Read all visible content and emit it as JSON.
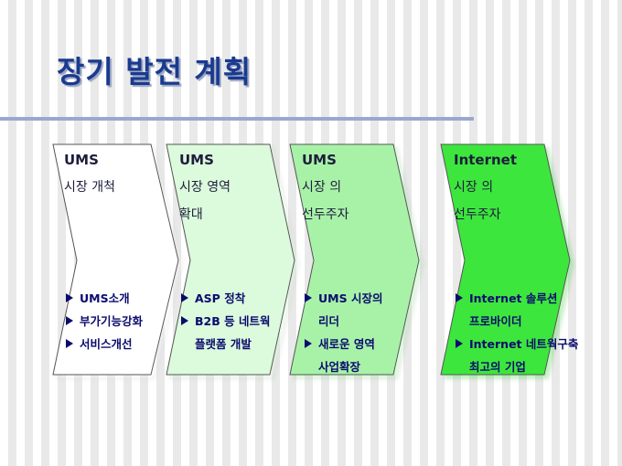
{
  "slide": {
    "title": "장기 발전 계획"
  },
  "columns": [
    {
      "heading": "UMS",
      "sub": [
        "시장 개척"
      ],
      "fill": "#ffffff",
      "bullets": [
        "UMS소개",
        "부가기능강화",
        "서비스개선"
      ]
    },
    {
      "heading": "UMS",
      "sub": [
        "시장 영역",
        "확대"
      ],
      "fill": "#dcfadc",
      "bullets": [
        "ASP 정착",
        "B2B 등 네트웍",
        "플랫폼 개발"
      ]
    },
    {
      "heading": "UMS",
      "sub": [
        "시장 의",
        "선두주자"
      ],
      "fill": "#a8f2a8",
      "bullets": [
        "UMS 시장의",
        "리더",
        "새로운 영역",
        "사업확장"
      ]
    },
    {
      "heading": "Internet",
      "sub": [
        "시장 의",
        "선두주자"
      ],
      "fill": "#3ee63e",
      "bullets": [
        "Internet  솔루션",
        "프로바이더",
        "Internet 네트웍구축",
        "최고의 기업"
      ]
    }
  ],
  "colors": {
    "title": "#1a3a8f",
    "bullet_text": "#0b0b6e"
  }
}
